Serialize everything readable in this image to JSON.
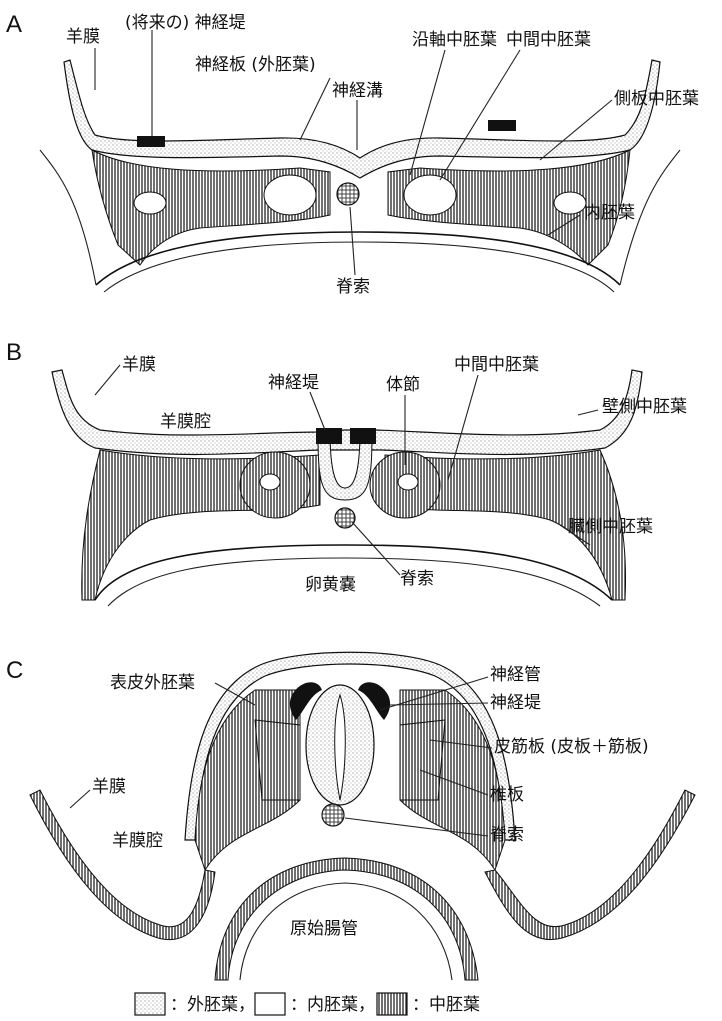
{
  "panel_a": {
    "letter": "A",
    "labels": {
      "amnion": "羊膜",
      "future_crest": "(将来の) 神経堤",
      "neural_plate": "神経板 (外胚葉)",
      "neural_groove": "神経溝",
      "paraxial": "沿軸中胚葉",
      "intermediate": "中間中胚葉",
      "lateral_plate": "側板中胚葉",
      "endoderm": "内胚葉",
      "notochord": "脊索"
    }
  },
  "panel_b": {
    "letter": "B",
    "labels": {
      "amnion": "羊膜",
      "amniotic_cavity": "羊膜腔",
      "neural_crest": "神経堤",
      "somite": "体節",
      "intermediate": "中間中胚葉",
      "parietal": "壁側中胚葉",
      "visceral": "臓側中胚葉",
      "notochord": "脊索",
      "yolk_sac": "卵黄嚢"
    }
  },
  "panel_c": {
    "letter": "C",
    "labels": {
      "surface_ectoderm": "表皮外胚葉",
      "neural_tube": "神経管",
      "neural_crest": "神経堤",
      "dermomyotome": "皮筋板 (皮板＋筋板)",
      "sclerotome": "椎板",
      "amnion": "羊膜",
      "amniotic_cavity": "羊膜腔",
      "notochord": "脊索",
      "primitive_gut": "原始腸管"
    }
  },
  "legend": {
    "ectoderm": "：外胚葉，",
    "endoderm": "：内胚葉，",
    "mesoderm": "：中胚葉"
  },
  "icons": {
    "ectoderm_swatch": "dotted-fill",
    "endoderm_swatch": "blank-fill",
    "mesoderm_swatch": "hatched-fill"
  }
}
